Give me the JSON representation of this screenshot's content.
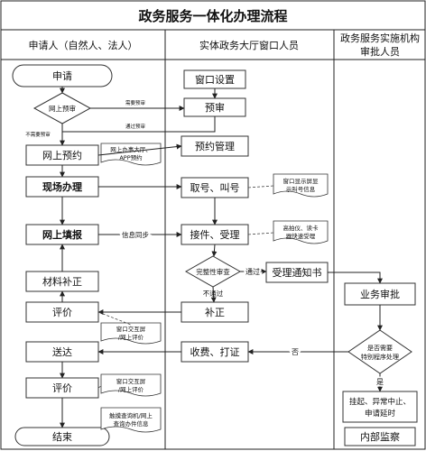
{
  "title": "政务服务一体化办理流程",
  "lanes": {
    "applicant": "申请人（自然人、法人）",
    "window_staff": "实体政务大厅窗口人员",
    "agency": "政务服务实施机构审批人员"
  },
  "applicant_nodes": {
    "start": "申请",
    "online_precheck": "网上预审",
    "online_booking": "网上预约",
    "onsite": "现场办理",
    "online_fill": "网上填报",
    "supplement_materials": "材料补正",
    "evaluate_1": "评价",
    "deliver": "送达",
    "evaluate_2": "评价",
    "end": "结束"
  },
  "window_nodes": {
    "window_setup": "窗口设置",
    "precheck": "预审",
    "booking_mgmt": "预约管理",
    "take_call_number": "取号、叫号",
    "receive_accept": "接件、受理",
    "complete_check": "完整性审查",
    "accept_notice": "受理通知书",
    "correction": "补正",
    "fee_certificate": "收费、打证"
  },
  "agency_nodes": {
    "business_approval": "业务审批",
    "special_procedure": "是否需要特别程序处理",
    "suspend": "挂起、异常中止、申请延时",
    "internal_supervision": "内部监察"
  },
  "documents": {
    "booking_channels": "网上办事大厅、APP预约",
    "call_display": "窗口显示屏显示叫号信息",
    "camera_card": "高拍仪、读卡器快速受理",
    "screen_eval_1": "窗口交互屏/网上评价",
    "screen_eval_2": "窗口交互屏/网上评价",
    "query_info": "触摸查询机/网上查询办件信息"
  },
  "edge_labels": {
    "need_precheck": "需要预审",
    "no_precheck": "不需要预审",
    "pass_precheck": "通过预审",
    "info_sync": "信息同步",
    "pass": "通过",
    "not_pass": "不通过",
    "no": "否",
    "yes": "是"
  }
}
